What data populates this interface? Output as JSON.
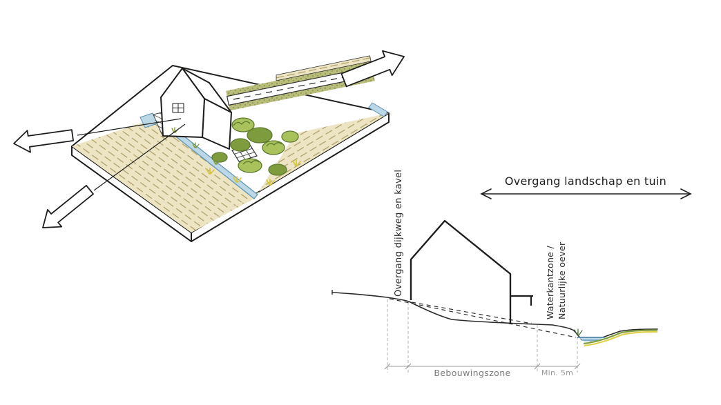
{
  "section": {
    "top_arrow_label": "Overgang landschap en tuin",
    "dike_transition_label": "Overgang dijkweg en kavel",
    "waterside_label_line1": "Waterkantzone /",
    "waterside_label_line2": "Natuurlijke oever",
    "building_zone_label": "Bebouwingszone",
    "min_width_label": "Min. 5m"
  },
  "colors": {
    "ink": "#1d1d1b",
    "field_beige": "#ece4c2",
    "field_hatch": "#a89a63",
    "verge_olive": "#b9bd7a",
    "verge_dot": "#7c8348",
    "bush_light": "#a9c25c",
    "bush_dark": "#7e9c3e",
    "bush_stroke": "#5d7a2e",
    "water_fill": "#bcd8e6",
    "water_stroke": "#5d92b4",
    "tuft_yellow": "#d4c63e",
    "bank_yellow": "#e0d14c",
    "bank_green": "#7f9c3c",
    "dim_gray": "#9a9a9a",
    "label_gray": "#7a7a7a"
  }
}
